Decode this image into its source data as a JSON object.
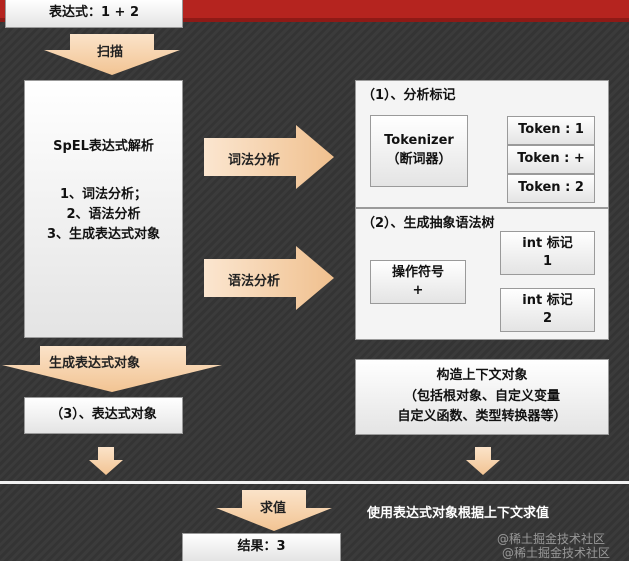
{
  "top_box": "表达式：1 + 2",
  "arrows": {
    "scan": "扫描",
    "lexical": "词法分析",
    "syntax": "语法分析",
    "generate": "生成表达式对象",
    "evaluate": "求值"
  },
  "spel_box": {
    "title": "SpEL表达式解析",
    "steps": [
      "1、词法分析；",
      "2、语法分析",
      "3、生成表达式对象"
    ]
  },
  "panel1": {
    "title": "（1）、分析标记",
    "tokenizer_line1": "Tokenizer",
    "tokenizer_line2": "（断词器）",
    "tokens": [
      "Token : 1",
      "Token : +",
      "Token : 2"
    ]
  },
  "panel2": {
    "title": "（2）、生成抽象语法树",
    "operator_line1": "操作符号",
    "operator_line2": "+",
    "int1_line1": "int 标记",
    "int1_line2": "1",
    "int2_line1": "int 标记",
    "int2_line2": "2"
  },
  "expr_object_box": "（3）、表达式对象",
  "context_box": {
    "line1": "构造上下文对象",
    "line2": "（包括根对象、自定义变量",
    "line3": "自定义函数、类型转换器等）"
  },
  "evaluate_desc": "使用表达式对象根据上下文求值",
  "result_box": "结果：3",
  "watermark": [
    "@稀土掘金技术社区",
    "@稀土掘金技术社区"
  ]
}
